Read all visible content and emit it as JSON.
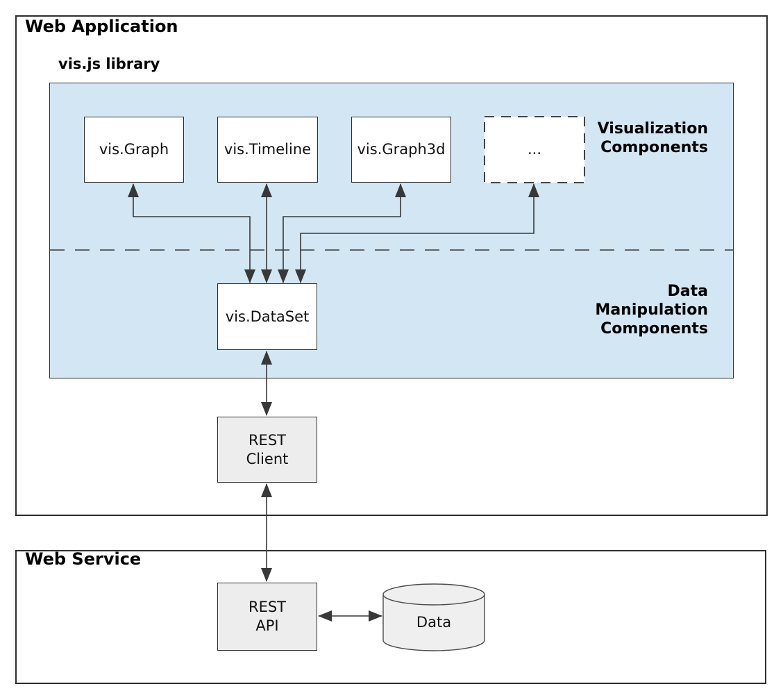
{
  "colors": {
    "panel_blue": "#d3e6f3",
    "box_gray": "#ededed",
    "line": "#383838"
  },
  "web_application": {
    "title": "Web Application",
    "vis_library": {
      "title": "vis.js library",
      "components": {
        "graph": "vis.Graph",
        "timeline": "vis.Timeline",
        "graph3d": "vis.Graph3d",
        "more": "...",
        "dataset": "vis.DataSet"
      },
      "labels": {
        "visualization": "Visualization\nComponents",
        "data_manipulation": "Data\nManipulation\nComponents"
      }
    },
    "rest_client": "REST\nClient"
  },
  "web_service": {
    "title": "Web Service",
    "rest_api": "REST\nAPI",
    "data_store": "Data"
  }
}
